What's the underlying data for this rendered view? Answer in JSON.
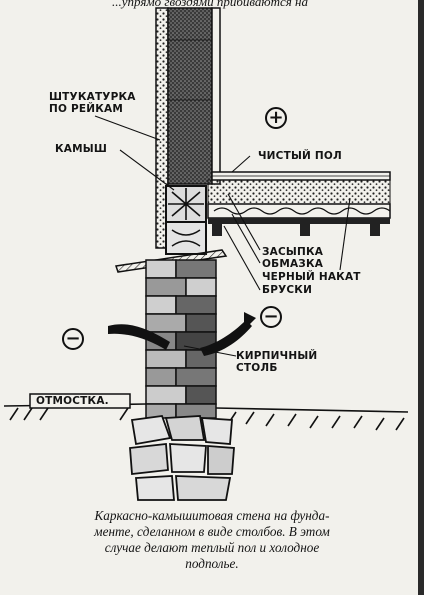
{
  "top_fragment": "...упрямо гвоздями прибиваются на",
  "labels": {
    "plaster": [
      "ШТУКАТУРКА",
      "ПО РЕЙКАМ"
    ],
    "reed": "КАМЫШ",
    "clean_floor": "ЧИСТЫЙ ПОЛ",
    "backfill": "ЗАСЫПКА",
    "coating": "ОБМАЗКА",
    "rough_floor": "ЧЕРНЫЙ НАКАТ",
    "joists": "БРУСКИ",
    "brick_pillar": [
      "КИРПИЧНЫЙ",
      "СТОЛБ"
    ],
    "blind_area": "ОТМОСТКА."
  },
  "signs": {
    "warm": "+",
    "cold_left": "−",
    "cold_right": "−"
  },
  "caption": [
    "Каркасно-камышитовая стена на фунда-",
    "менте, сделанном в виде столбов. В этом",
    "случае делают теплый пол и холодное",
    "подполье."
  ]
}
